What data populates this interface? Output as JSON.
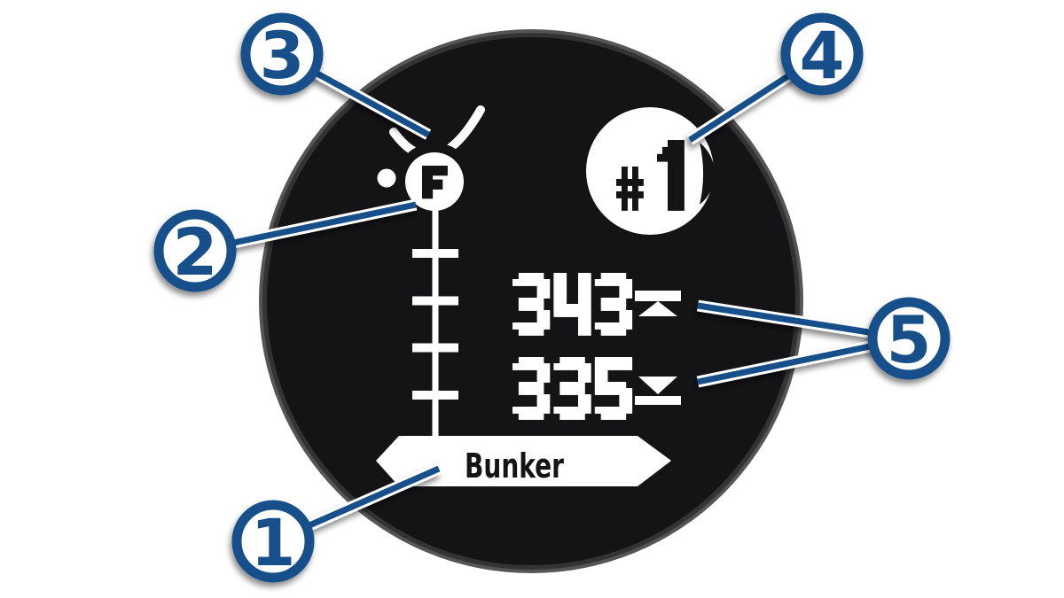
{
  "figure": {
    "screen": {
      "hole_prefix": "#",
      "hole_number": "1",
      "pin_label": "F",
      "distance_back": "343",
      "distance_front": "335",
      "hazard_label": "Bunker"
    },
    "callouts": [
      {
        "label": "1"
      },
      {
        "label": "2"
      },
      {
        "label": "3"
      },
      {
        "label": "4"
      },
      {
        "label": "5"
      }
    ],
    "colors": {
      "callout_blue": "#184f89",
      "screen_background": "#141417",
      "bezel_gray": "#555558"
    }
  }
}
